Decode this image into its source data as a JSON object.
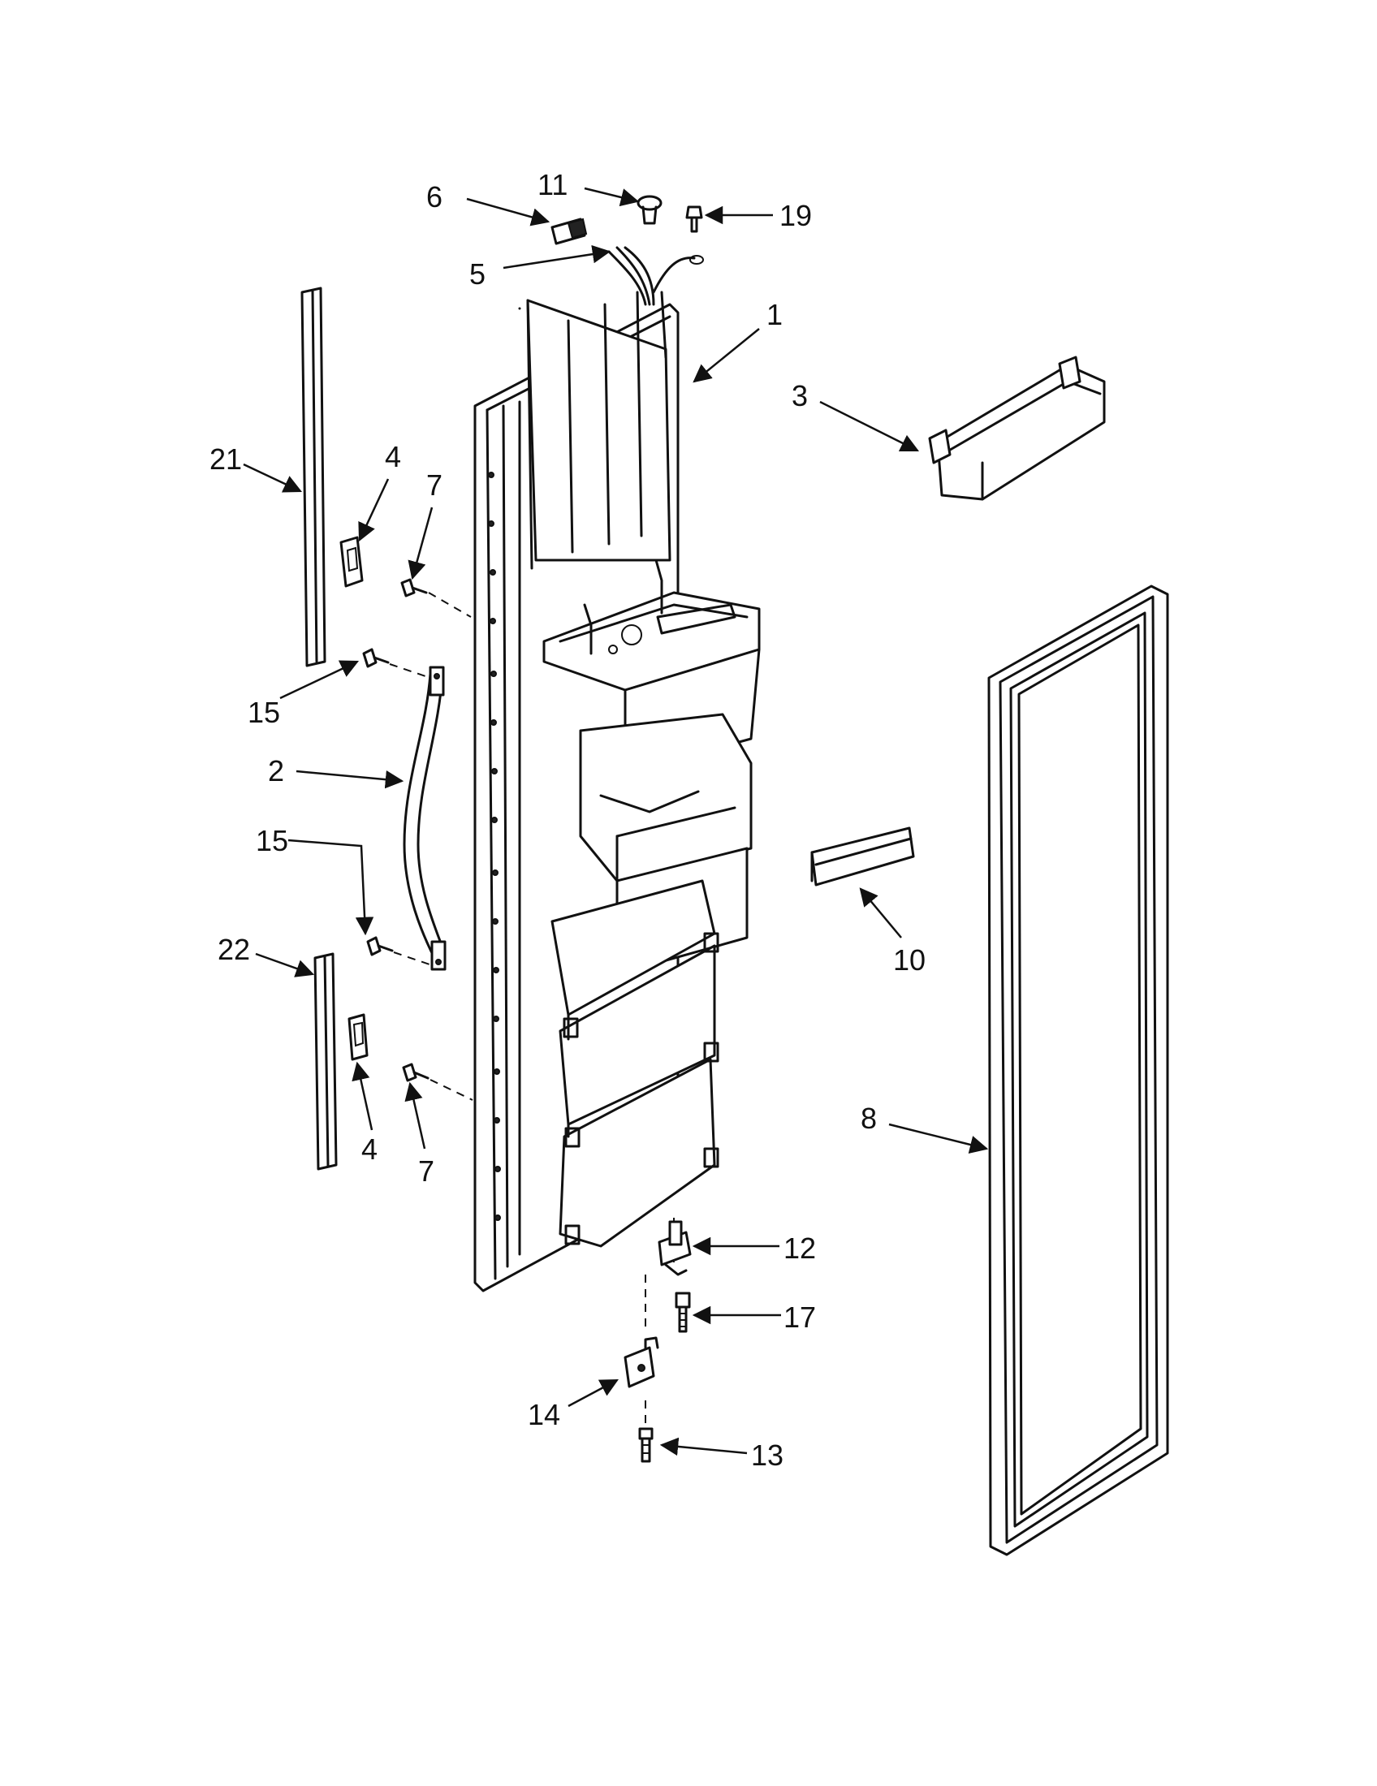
{
  "diagram": {
    "callouts": [
      {
        "id": "1",
        "label": "1"
      },
      {
        "id": "2",
        "label": "2"
      },
      {
        "id": "3",
        "label": "3"
      },
      {
        "id": "4a",
        "label": "4"
      },
      {
        "id": "4b",
        "label": "4"
      },
      {
        "id": "5",
        "label": "5"
      },
      {
        "id": "6",
        "label": "6"
      },
      {
        "id": "7a",
        "label": "7"
      },
      {
        "id": "7b",
        "label": "7"
      },
      {
        "id": "8",
        "label": "8"
      },
      {
        "id": "10",
        "label": "10"
      },
      {
        "id": "11",
        "label": "11"
      },
      {
        "id": "12",
        "label": "12"
      },
      {
        "id": "13",
        "label": "13"
      },
      {
        "id": "14",
        "label": "14"
      },
      {
        "id": "15a",
        "label": "15"
      },
      {
        "id": "15b",
        "label": "15"
      },
      {
        "id": "17",
        "label": "17"
      },
      {
        "id": "19",
        "label": "19"
      },
      {
        "id": "21",
        "label": "21"
      },
      {
        "id": "22",
        "label": "22"
      }
    ]
  }
}
